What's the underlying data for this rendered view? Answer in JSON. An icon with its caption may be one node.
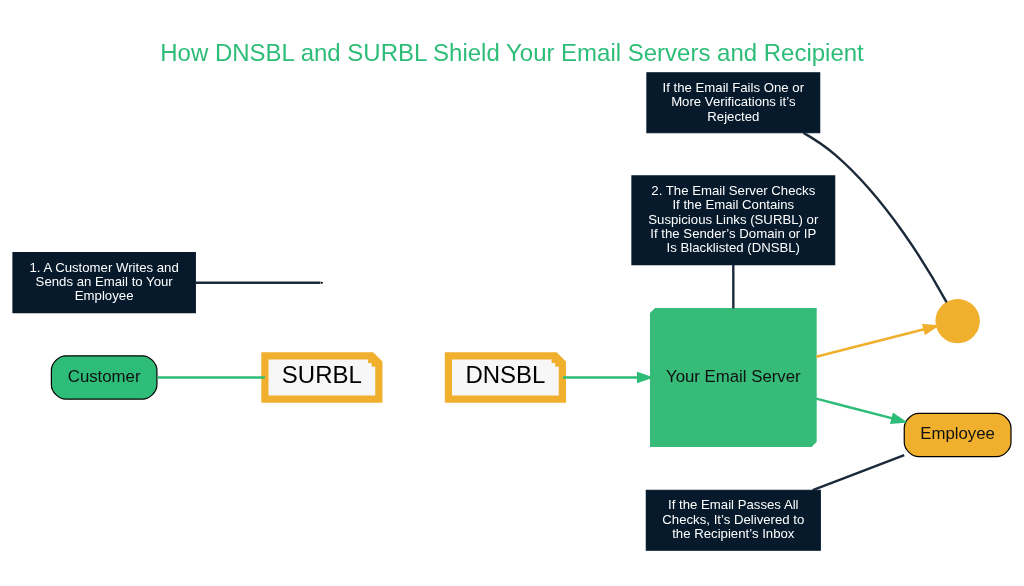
{
  "diagram": {
    "title": "How DNSBL and SURBL Shield Your Email Servers and Recipient",
    "nodes": [
      {
        "text": [
          "Customer"
        ]
      },
      {
        "text": [
          "SURBL"
        ]
      },
      {
        "text": [
          "DNSBL"
        ]
      },
      {
        "text": [
          "Your Email Server"
        ]
      },
      {
        "text": [],
        "shape": "circle"
      },
      {
        "text": [
          "Employee"
        ]
      },
      {
        "text": [
          "1. A Customer Writes and Sends an Email to Your Employee"
        ]
      },
      {
        "text": [
          "2. The Email Server Checks If the Email Contains Suspicious Links (SURBL) or If the Sender’s Domain or IP Is Blacklisted (DNSBL)"
        ]
      },
      {
        "text": [
          "If the Email Fails One or More Verifications it’s Rejected"
        ]
      },
      {
        "text": [
          "If the Email Passes All Checks, It’s Delivered to the Recipient’s Inbox"
        ]
      }
    ],
    "edges": [
      {
        "from": 0,
        "to": 1,
        "arrow": "none",
        "color": "#2dbd78"
      },
      {
        "from": 2,
        "to": 3,
        "arrow": "to",
        "color": "#2dbd78"
      },
      {
        "from": 3,
        "to": 4,
        "arrow": "to",
        "color": "#f0b02e"
      },
      {
        "from": 3,
        "to": 5,
        "arrow": "to",
        "color": "#2dbd78"
      },
      {
        "from": 6,
        "to": null,
        "arrow": "none",
        "color": "#1b2a3a"
      },
      {
        "from": 7,
        "to": 3,
        "arrow": "none",
        "color": "#1b2a3a"
      },
      {
        "from": 8,
        "to": 4,
        "arrow": "none",
        "color": "#1b2a3a"
      },
      {
        "from": 9,
        "to": 5,
        "arrow": "none",
        "color": "#1b2a3a"
      }
    ]
  }
}
